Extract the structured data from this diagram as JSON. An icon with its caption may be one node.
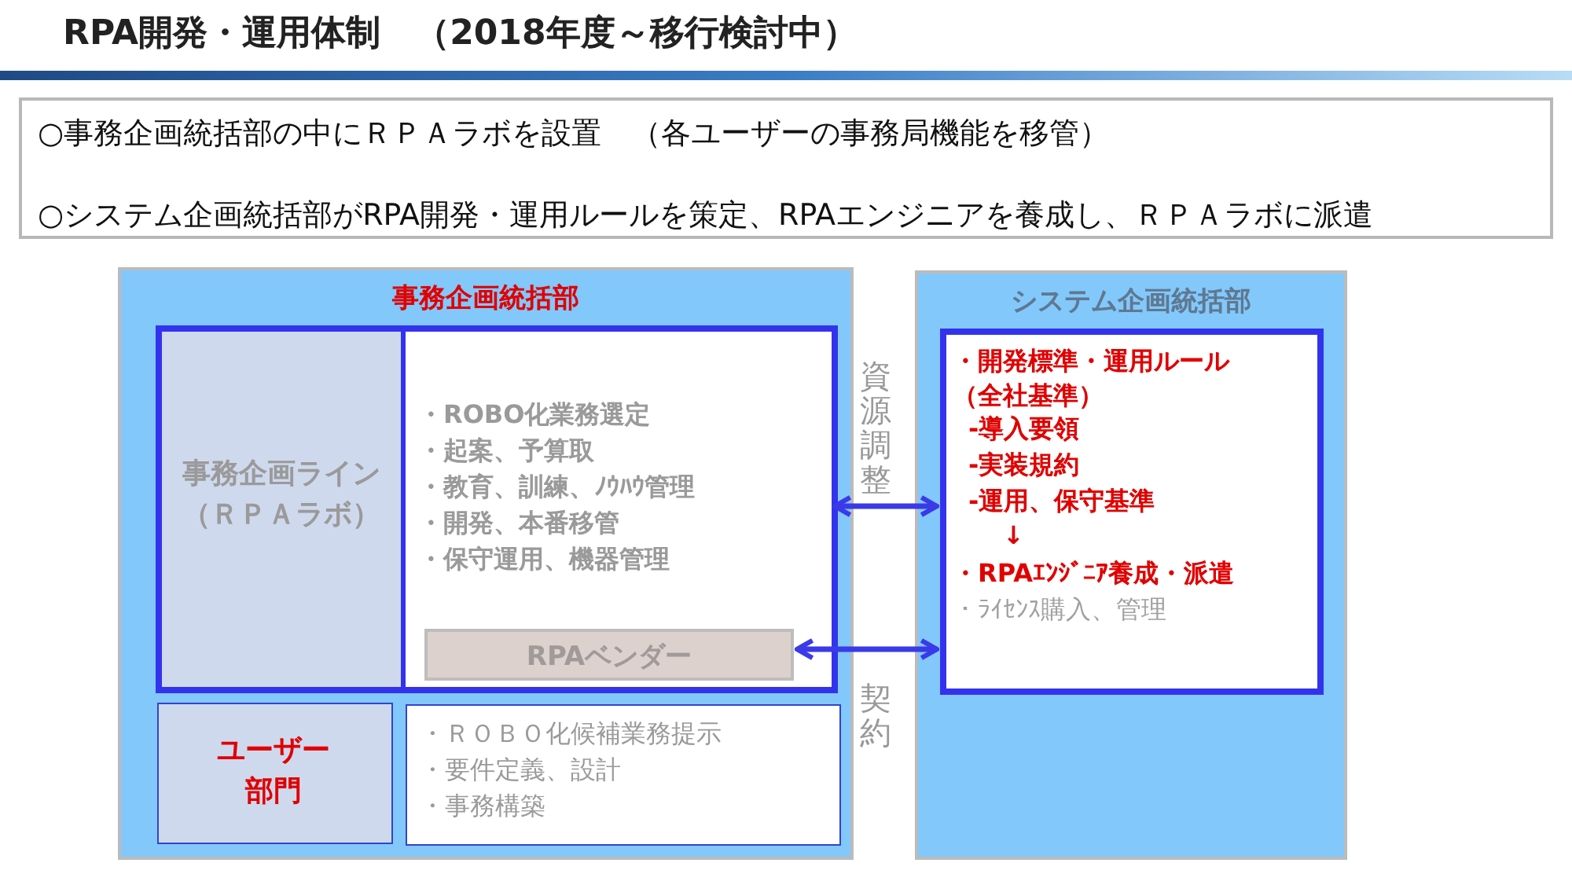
{
  "diagram": {
    "title": "RPA開発・運用体制　（2018年度～移行検討中）",
    "nodes": [
      {
        "text": [
          "○事務企画統括部の中にＲＰＡラボを設置　（各ユーザーの事務局機能を移管）",
          "○システム企画統括部がRPA開発・運用ルールを策定、RPAエンジニアを養成し、ＲＰＡラボに派遣"
        ]
      },
      {
        "text": [
          "事務企画統括部"
        ]
      },
      {
        "text": [],
        "shape": "box",
        "in": 1
      },
      {
        "text": [
          "事務企画ライン（ＲＰＡラボ）"
        ],
        "in": 2
      },
      {
        "text": [
          "・ROBO化業務選定",
          "・起案、予算取",
          "・教育、訓練、ﾉｳﾊｳ管理",
          "・開発、本番移管",
          "・保守運用、機器管理"
        ],
        "in": 2
      },
      {
        "text": [
          "RPAベンダー"
        ],
        "in": 4
      },
      {
        "text": [
          "ユーザー部門"
        ],
        "in": 1
      },
      {
        "text": [
          "・ＲＯＢＯ化候補業務提示",
          "・要件定義、設計",
          "・事務構築"
        ],
        "in": 1
      },
      {
        "text": [
          "システム企画統括部"
        ]
      },
      {
        "text": [
          "・開発標準・運用ルール（全社基準）",
          "-導入要領",
          "-実装規約",
          "-運用、保守基準",
          "↓",
          "・RPAｴﾝｼﾞﾆｱ養成・派遣",
          "・ﾗｲｾﾝｽ購入、管理"
        ],
        "in": 8
      }
    ],
    "edges": [
      {
        "from": 4,
        "to": 9,
        "arrow": "both",
        "label": "資源調整"
      },
      {
        "from": 5,
        "to": 9,
        "arrow": "both",
        "label": "契約"
      }
    ]
  }
}
